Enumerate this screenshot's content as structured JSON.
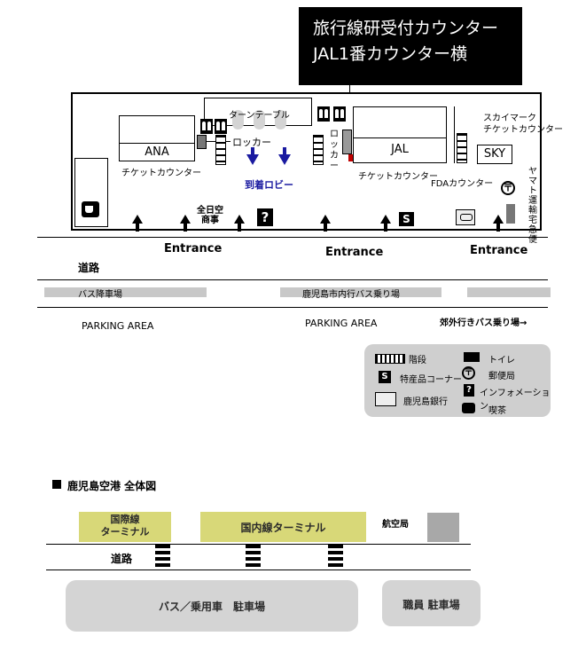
{
  "callout": {
    "line1": "旅行線研受付カウンター",
    "line2": "JAL1番カウンター横"
  },
  "terminal": {
    "ana": "ANA",
    "ana_counter": "チケットカウンター",
    "turntable": "ターンテーブル",
    "locker_left": "ロッカー",
    "locker_right": "ロッカー",
    "arrival_lobby": "到着ロビー",
    "jal": "JAL",
    "jal_counter": "チケットカウンター",
    "skymark": "スカイマーク\nチケットカウンター",
    "sky": "SKY",
    "fda": "FDAカウンター",
    "yamato": "ヤマト運輸宅急便",
    "souvenir_shop": "全日空\n商事",
    "info_mark": "?",
    "shop_mark": "S"
  },
  "entrances": [
    "Entrance",
    "Entrance",
    "Entrance"
  ],
  "road": {
    "road_label": "道路",
    "bus_drop": "バス降車場",
    "city_bus": "鹿児島市内行バス乗り場",
    "parking1": "PARKING AREA",
    "parking2": "PARKING AREA",
    "suburban_bus": "郊外行きバス乗り場→"
  },
  "legend": {
    "stairs": "階段",
    "toilet": "トイレ",
    "souvenir": "特産品コーナー",
    "post": "郵便局",
    "info": "インフォメーション",
    "bank": "鹿児島銀行",
    "cafe": "喫茶",
    "s_mark": "S",
    "info_mark": "?"
  },
  "overview": {
    "title": "鹿児島空港 全体図",
    "intl": "国際線\nターミナル",
    "domestic": "国内線ターミナル",
    "aviation": "航空局",
    "road": "道路",
    "bus_parking": "バス／乗用車　駐車場",
    "staff_parking": "職員 駐車場"
  },
  "colors": {
    "yellow": "#d8d878",
    "gray_area": "#d4d4d4",
    "legend_bg": "#cfcfcf",
    "blue": "#1a1aa0",
    "red": "#c00000"
  }
}
